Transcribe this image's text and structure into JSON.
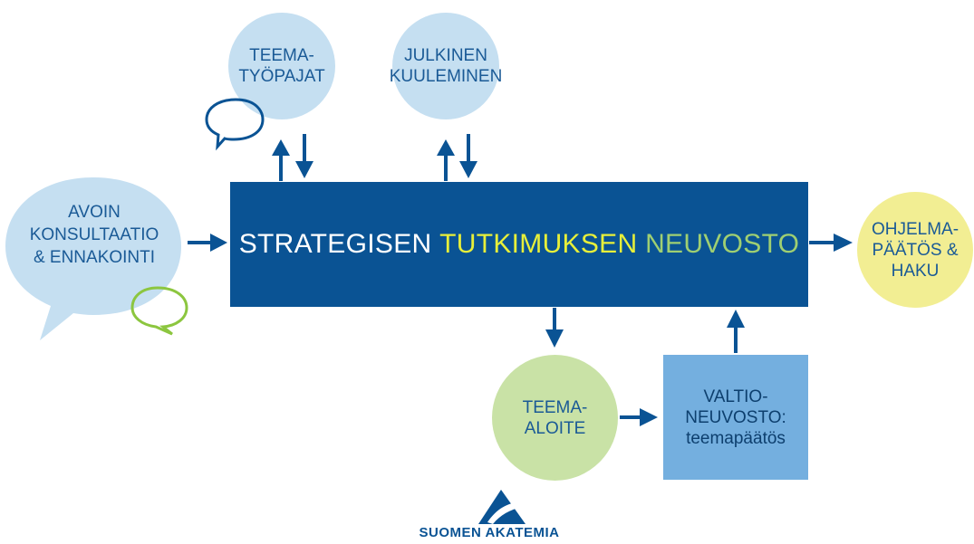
{
  "central": {
    "word1": "STRATEGISEN ",
    "word2": "TUTKIMUKSEN",
    "word3": " NEUVOSTO",
    "colors": {
      "word1": "#ffffff",
      "word2": "#e7ef3a",
      "word3": "#9fcf72"
    }
  },
  "nodes": {
    "teematyopajat": "TEEMA-\nTYÖPAJAT",
    "julkinen_kuuleminen": "JULKINEN\nKUULEMINEN",
    "avoin_konsultaatio": "AVOIN\nKONSULTAATIO\n& ENNAKOINTI",
    "ohjelmapaatos": "OHJELMA-\nPÄÄTÖS &\nHAKU",
    "teema_aloite": "TEEMA-\nALOITE",
    "valtioneuvosto": "VALTIO-\nNEUVOSTO:\nteemapäätös"
  },
  "icons": {
    "speech_bubble_blue": "speech-bubble-icon",
    "speech_bubble_green": "speech-bubble-icon",
    "logo": "suomen-akatemia-logo"
  },
  "logo": {
    "text": "SUOMEN AKATEMIA"
  },
  "colors": {
    "dark_blue": "#0a5394",
    "light_blue": "#c5dff1",
    "green": "#c9e2a6",
    "yellow": "#f2ee93",
    "mid_blue": "#74afdf",
    "bubble_green": "#8cc63f"
  }
}
